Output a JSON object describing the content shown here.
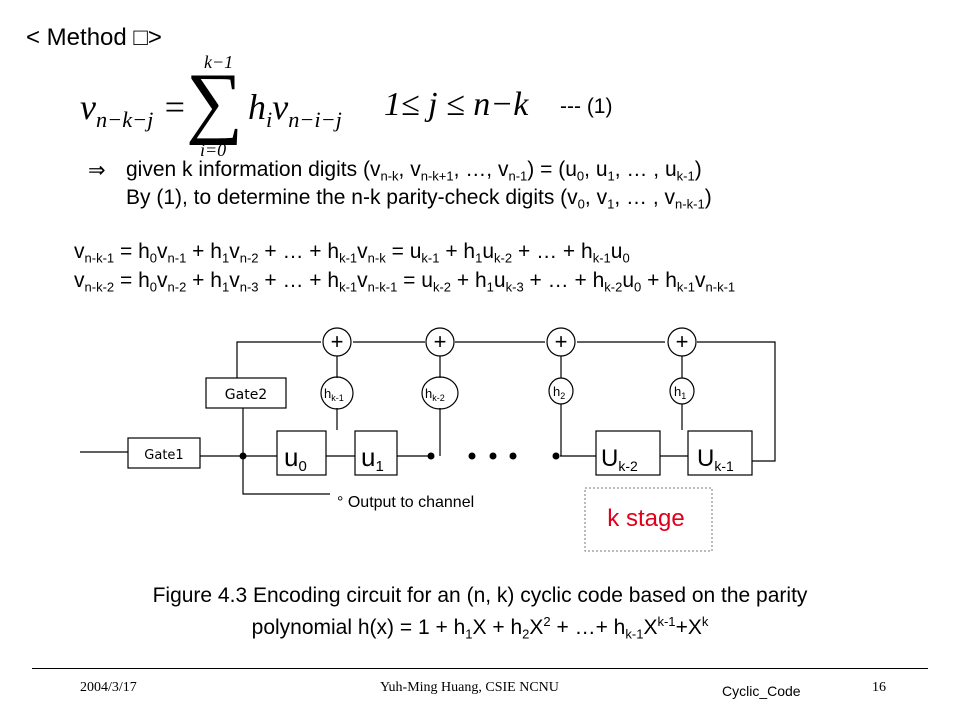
{
  "heading": "< Method □>",
  "equation": {
    "sum_top": "k−1",
    "sum_bottom": "i=0",
    "condition": "1≤ j ≤ n−k",
    "label": "--- (1)"
  },
  "given": {
    "arrow": "⇒",
    "line1_prefix": "given k information digits (v",
    "line2_prefix": "By (1), to determine the n-k parity-check digits (v"
  },
  "circuit": {
    "plus": "+",
    "gate1": "Gate1",
    "gate2": "Gate2",
    "taps": [
      "h",
      "h",
      "h",
      "h"
    ],
    "stage_u0": "u",
    "stage_u1": "u",
    "stage_uk2": "U",
    "stage_uk1": "U",
    "output": "° Output to channel",
    "k_stage": "k stage",
    "k_stage_color": "#e0001b"
  },
  "caption": {
    "line1": "Figure 4.3 Encoding circuit for an (n, k) cyclic code based on the parity",
    "line2_prefix": "polynomial h(x) = 1 + h"
  },
  "footer": {
    "date": "2004/3/17",
    "author": "Yuh-Ming Huang, CSIE NCNU",
    "file": "Cyclic_Code",
    "page": "16"
  }
}
